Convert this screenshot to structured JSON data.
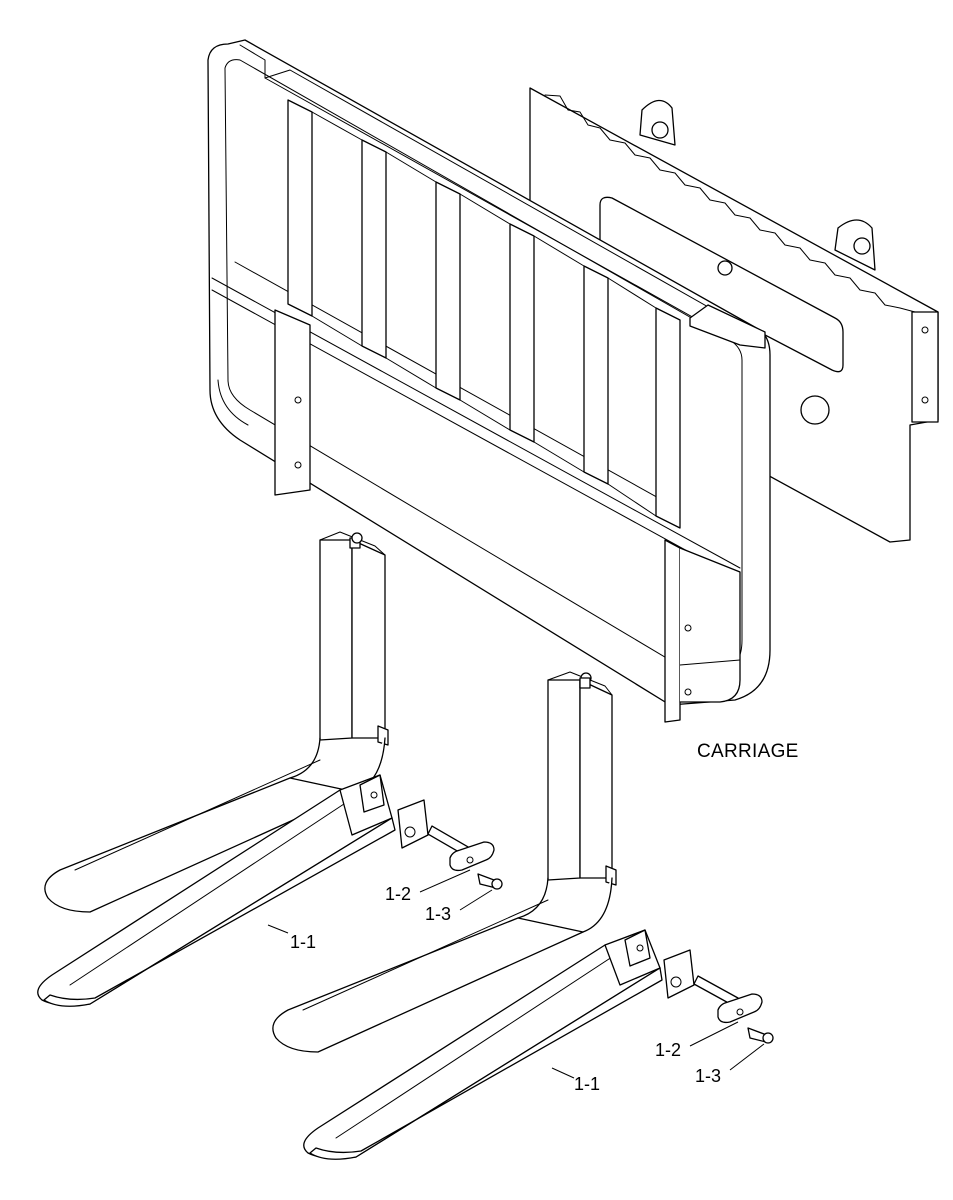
{
  "labels": {
    "carriage": "CARRIAGE",
    "fork_left": "1-1",
    "pin_left": "1-2",
    "bolt_left": "1-3",
    "fork_right": "1-1",
    "pin_right": "1-2",
    "bolt_right": "1-3"
  },
  "colors": {
    "line": "#000000",
    "background": "#ffffff"
  }
}
